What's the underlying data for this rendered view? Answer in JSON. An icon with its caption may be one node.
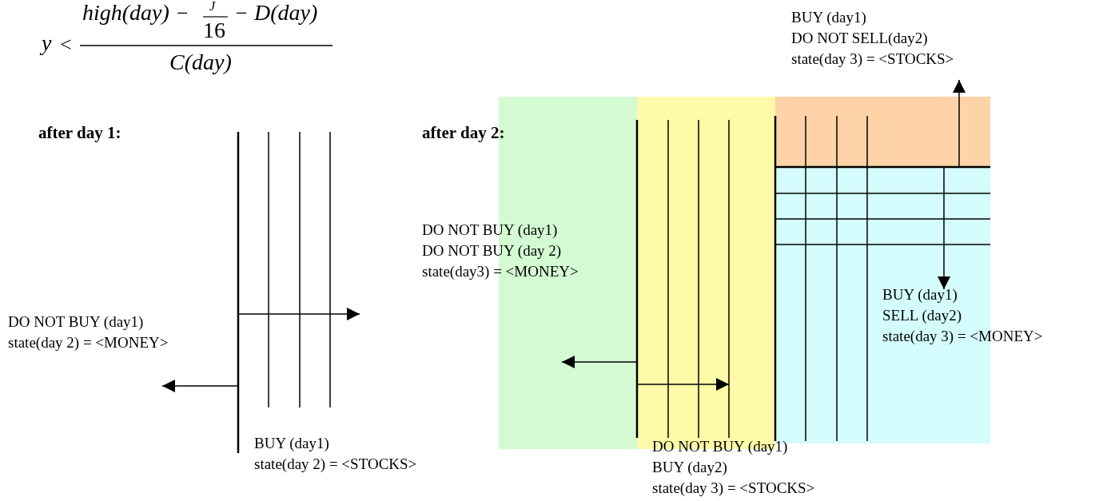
{
  "diagram": {
    "labels": [
      "y",
      "<",
      "high(day)",
      "−",
      "J",
      "16",
      "−",
      "D(day)",
      "C(day)",
      "BUY (day1)",
      "DO NOT SELL(day2)",
      "state(day 3) = <STOCKS>",
      "after day 1:",
      "after day 2:",
      "DO NOT BUY (day1)",
      "DO NOT BUY (day 2)",
      "state(day3) = <MONEY>",
      "BUY (day1)",
      "SELL (day2)",
      "state(day 3) = <MONEY>",
      "DO NOT BUY (day1)",
      "state(day 2) = <MONEY>",
      "BUY (day1)",
      "state(day 2) = <STOCKS>",
      "DO NOT BUY (day1)",
      "BUY (day2)",
      "state(day 3) = <STOCKS>"
    ]
  }
}
